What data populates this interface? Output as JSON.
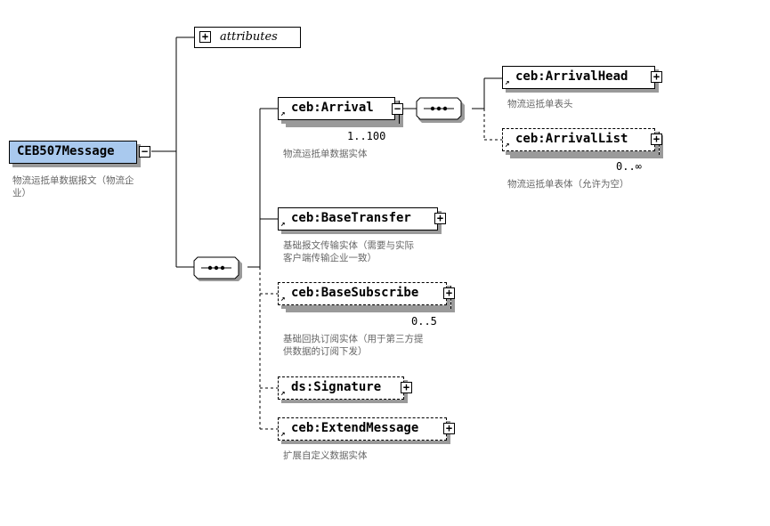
{
  "root": {
    "name": "CEB507Message",
    "desc_line1": "物流运抵单数据报文（物流企",
    "desc_line2": "业）"
  },
  "attributes": {
    "label": "attributes"
  },
  "arrival": {
    "name": "ceb:Arrival",
    "cardinality": "1..100",
    "desc": "物流运抵单数据实体"
  },
  "arrival_head": {
    "name": "ceb:ArrivalHead",
    "desc": "物流运抵单表头"
  },
  "arrival_list": {
    "name": "ceb:ArrivalList",
    "cardinality": "0..∞",
    "desc": "物流运抵单表体（允许为空）"
  },
  "base_transfer": {
    "name": "ceb:BaseTransfer",
    "desc_line1": "基础报文传输实体（需要与实际",
    "desc_line2": "客户端传输企业一致）"
  },
  "base_subscribe": {
    "name": "ceb:BaseSubscribe",
    "cardinality": "0..5",
    "desc_line1": "基础回执订阅实体（用于第三方提",
    "desc_line2": "供数据的订阅下发）"
  },
  "signature": {
    "name": "ds:Signature"
  },
  "extend_message": {
    "name": "ceb:ExtendMessage",
    "desc": "扩展自定义数据实体"
  },
  "icons": {
    "expand": "+",
    "collapse": "−",
    "ref_arrow": "↗"
  }
}
